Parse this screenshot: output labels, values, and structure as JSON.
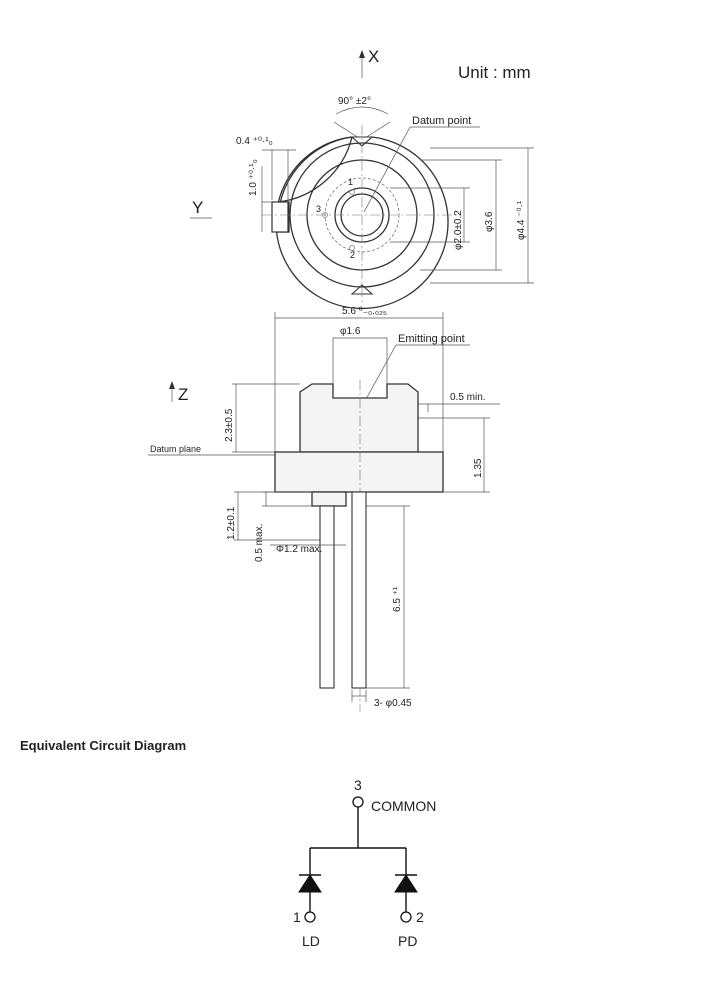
{
  "unit_label": "Unit : mm",
  "top_view": {
    "axis_x": "X",
    "axis_y": "Y",
    "angle": "90° ±2°",
    "datum_point": "Datum point",
    "key_width": "0.4 ⁺⁰·¹₀",
    "key_depth": "1.0 ⁺⁰·¹₀",
    "dia_window": "φ2.0±0.2",
    "dia_cap": "φ3.6",
    "dia_flange": "φ4.4 ⁻⁰·¹",
    "pin1": "1",
    "pin2": "2",
    "pin3": "3"
  },
  "side_view": {
    "axis_z": "Z",
    "dia_outer": "5.6 ⁰₋₀.₀₂₅",
    "dia_emit": "φ1.6",
    "emitting_point": "Emitting point",
    "height_cap": "2.3±0.5",
    "datum_plane": "Datum plane",
    "gap_min": "0.5 min.",
    "flange_thk": "1.35",
    "stem_h": "1.2±0.1",
    "boss_h": "0.5 max.",
    "boss_dia": "Φ1.2 max.",
    "lead_len": "6.5 ⁺¹",
    "lead_dia": "3- φ0.45"
  },
  "circuit": {
    "title": "Equivalent Circuit Diagram",
    "common_num": "3",
    "common_label": "COMMON",
    "ld_num": "1",
    "ld_label": "LD",
    "pd_num": "2",
    "pd_label": "PD"
  }
}
